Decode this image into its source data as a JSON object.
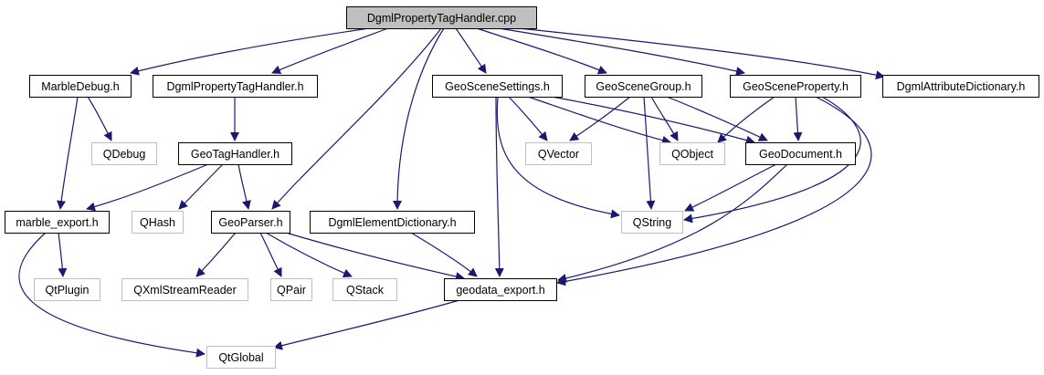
{
  "diagram": {
    "title": "DgmlPropertyTagHandler.cpp include dependency graph",
    "colors": {
      "edge": "#191970",
      "root_fill": "#bfbfbf",
      "root_border": "#000000",
      "documented_border": "#000000",
      "undocumented_border": "#bfbfbf",
      "text": "#000000"
    },
    "nodes": [
      {
        "id": "root",
        "label": "DgmlPropertyTagHandler.cpp",
        "kind": "root"
      },
      {
        "id": "marbledebug",
        "label": "MarbleDebug.h",
        "kind": "documented"
      },
      {
        "id": "dgmlpth",
        "label": "DgmlPropertyTagHandler.h",
        "kind": "documented"
      },
      {
        "id": "geoscenesettings",
        "label": "GeoSceneSettings.h",
        "kind": "documented"
      },
      {
        "id": "geoscenegroup",
        "label": "GeoSceneGroup.h",
        "kind": "documented"
      },
      {
        "id": "geosceneproperty",
        "label": "GeoSceneProperty.h",
        "kind": "documented"
      },
      {
        "id": "dgmlattrdict",
        "label": "DgmlAttributeDictionary.h",
        "kind": "documented"
      },
      {
        "id": "qdebug",
        "label": "QDebug",
        "kind": "external"
      },
      {
        "id": "geotaghandler",
        "label": "GeoTagHandler.h",
        "kind": "documented"
      },
      {
        "id": "qvector",
        "label": "QVector",
        "kind": "external"
      },
      {
        "id": "qobject",
        "label": "QObject",
        "kind": "external"
      },
      {
        "id": "geodocument",
        "label": "GeoDocument.h",
        "kind": "documented"
      },
      {
        "id": "marbleexport",
        "label": "marble_export.h",
        "kind": "documented"
      },
      {
        "id": "qhash",
        "label": "QHash",
        "kind": "external"
      },
      {
        "id": "geoparser",
        "label": "GeoParser.h",
        "kind": "documented"
      },
      {
        "id": "dgmleldict",
        "label": "DgmlElementDictionary.h",
        "kind": "documented"
      },
      {
        "id": "qstring",
        "label": "QString",
        "kind": "external"
      },
      {
        "id": "qtplugin",
        "label": "QtPlugin",
        "kind": "external"
      },
      {
        "id": "qxmlstreamreader",
        "label": "QXmlStreamReader",
        "kind": "external"
      },
      {
        "id": "qpair",
        "label": "QPair",
        "kind": "external"
      },
      {
        "id": "qstack",
        "label": "QStack",
        "kind": "external"
      },
      {
        "id": "geodataexport",
        "label": "geodata_export.h",
        "kind": "documented"
      },
      {
        "id": "qtglobal",
        "label": "QtGlobal",
        "kind": "external"
      }
    ],
    "edges": [
      {
        "from": "root",
        "to": "marbledebug"
      },
      {
        "from": "root",
        "to": "dgmlpth"
      },
      {
        "from": "root",
        "to": "geoparser"
      },
      {
        "from": "root",
        "to": "dgmleldict"
      },
      {
        "from": "root",
        "to": "geoscenesettings"
      },
      {
        "from": "root",
        "to": "geoscenegroup"
      },
      {
        "from": "root",
        "to": "geosceneproperty"
      },
      {
        "from": "root",
        "to": "dgmlattrdict"
      },
      {
        "from": "marbledebug",
        "to": "qdebug"
      },
      {
        "from": "marbledebug",
        "to": "marbleexport"
      },
      {
        "from": "dgmlpth",
        "to": "geotaghandler"
      },
      {
        "from": "geotaghandler",
        "to": "marbleexport"
      },
      {
        "from": "geotaghandler",
        "to": "qhash"
      },
      {
        "from": "geotaghandler",
        "to": "geoparser"
      },
      {
        "from": "marbleexport",
        "to": "qtplugin"
      },
      {
        "from": "marbleexport",
        "to": "qtglobal"
      },
      {
        "from": "geoparser",
        "to": "qxmlstreamreader"
      },
      {
        "from": "geoparser",
        "to": "qpair"
      },
      {
        "from": "geoparser",
        "to": "qstack"
      },
      {
        "from": "geoparser",
        "to": "geodataexport"
      },
      {
        "from": "dgmleldict",
        "to": "geodataexport"
      },
      {
        "from": "geodataexport",
        "to": "qtglobal"
      },
      {
        "from": "geoscenesettings",
        "to": "qvector"
      },
      {
        "from": "geoscenesettings",
        "to": "qobject"
      },
      {
        "from": "geoscenesettings",
        "to": "geodocument"
      },
      {
        "from": "geoscenesettings",
        "to": "qstring"
      },
      {
        "from": "geoscenesettings",
        "to": "geodataexport"
      },
      {
        "from": "geoscenegroup",
        "to": "qvector"
      },
      {
        "from": "geoscenegroup",
        "to": "qobject"
      },
      {
        "from": "geoscenegroup",
        "to": "geodocument"
      },
      {
        "from": "geoscenegroup",
        "to": "qstring"
      },
      {
        "from": "geosceneproperty",
        "to": "qobject"
      },
      {
        "from": "geosceneproperty",
        "to": "geodocument"
      },
      {
        "from": "geosceneproperty",
        "to": "qstring"
      },
      {
        "from": "geosceneproperty",
        "to": "geodataexport"
      },
      {
        "from": "geodocument",
        "to": "qstring"
      },
      {
        "from": "geodocument",
        "to": "geodataexport"
      }
    ]
  }
}
